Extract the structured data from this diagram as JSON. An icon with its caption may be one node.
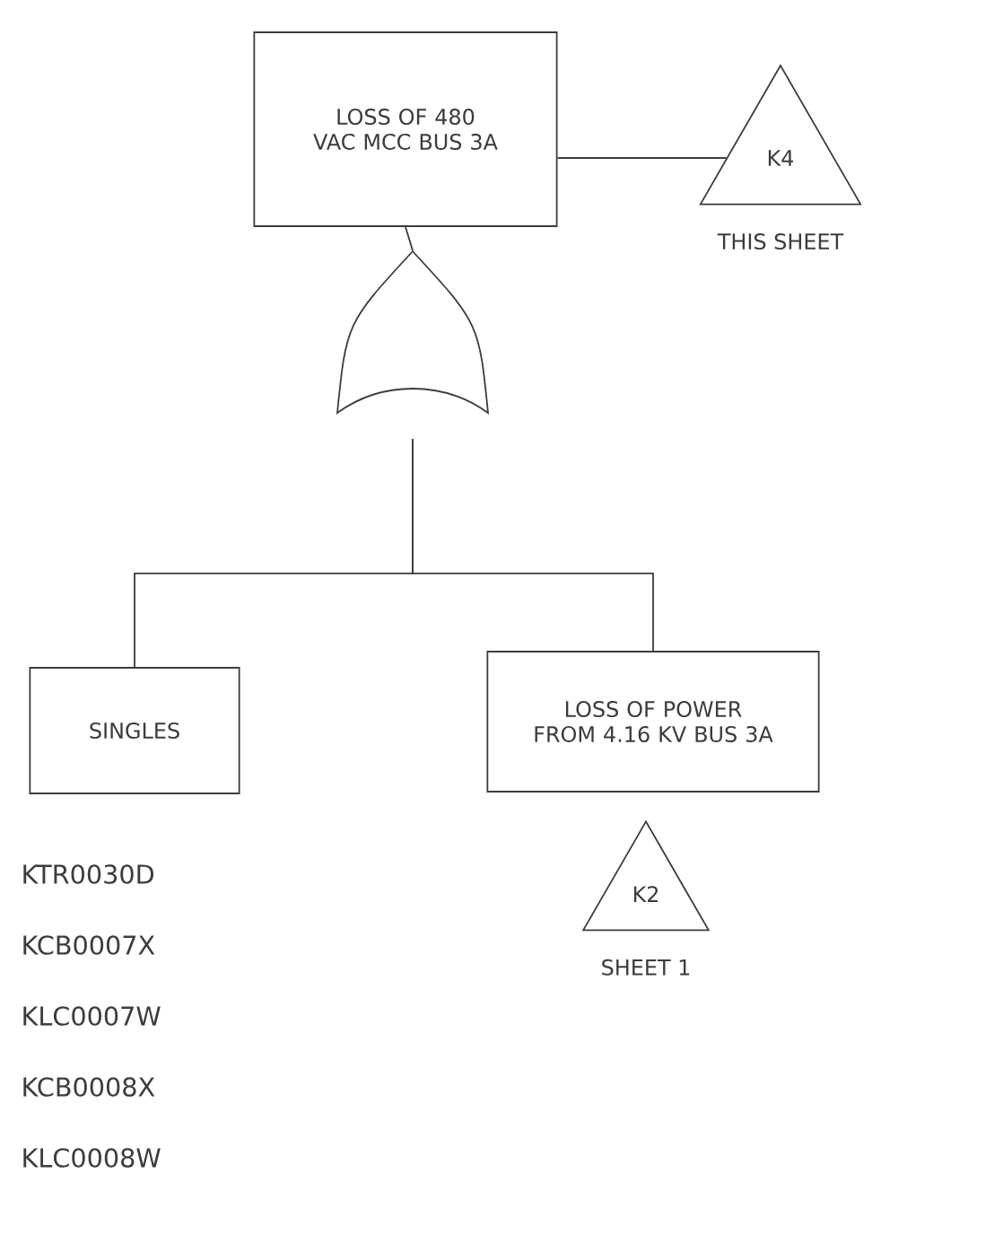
{
  "diagram": {
    "nodes": [
      {
        "text": [
          "LOSS OF 480 VAC MCC BUS 3A"
        ]
      },
      {
        "text": [
          "K4"
        ],
        "beside": [
          "THIS SHEET"
        ]
      },
      {
        "text": [],
        "shape": "gate"
      },
      {
        "text": [
          "SINGLES"
        ]
      },
      {
        "text": [
          "LOSS OF POWER FROM 4.16 KV BUS 3A"
        ]
      },
      {
        "text": [
          "K2"
        ],
        "beside": [
          "SHEET 1"
        ]
      }
    ],
    "edges": [
      {
        "from": 0,
        "to": 1,
        "arrow": "none"
      },
      {
        "from": 0,
        "to": 2,
        "arrow": "none"
      },
      {
        "from": 2,
        "to": 3,
        "arrow": "none"
      },
      {
        "from": 2,
        "to": 4,
        "arrow": "none"
      }
    ],
    "labels": [
      "KTR0030D",
      "KCB0007X",
      "KLC0007W",
      "KCB0008X",
      "KLC0008W"
    ]
  }
}
